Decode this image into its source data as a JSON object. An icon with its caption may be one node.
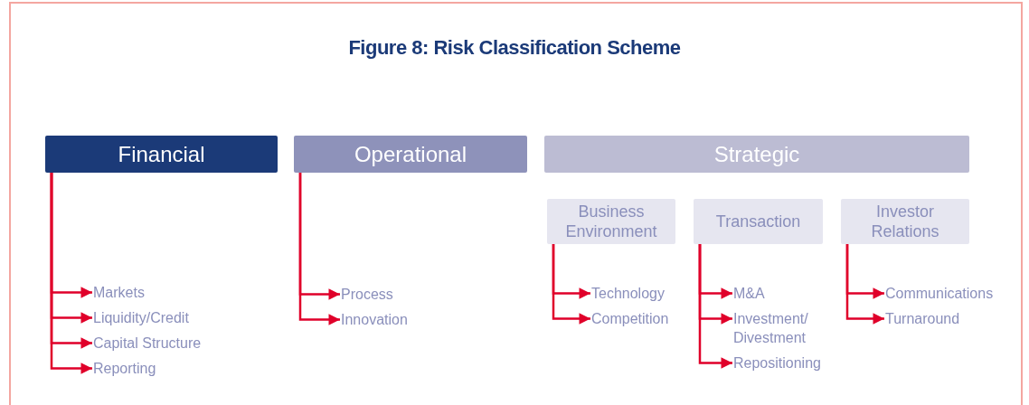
{
  "diagram": {
    "title": "Figure 8: Risk Classification Scheme",
    "nodes": [
      {
        "text": [
          "Financial"
        ]
      },
      {
        "text": [
          "Operational"
        ]
      },
      {
        "text": [
          "Strategic"
        ]
      },
      {
        "text": [
          "Business Environment"
        ]
      },
      {
        "text": [
          "Transaction"
        ]
      },
      {
        "text": [
          "Investor Relations"
        ]
      },
      {
        "text": [
          "Markets"
        ]
      },
      {
        "text": [
          "Liquidity/Credit"
        ]
      },
      {
        "text": [
          "Capital Structure"
        ]
      },
      {
        "text": [
          "Reporting"
        ]
      },
      {
        "text": [
          "Process"
        ]
      },
      {
        "text": [
          "Innovation"
        ]
      },
      {
        "text": [
          "Technology"
        ]
      },
      {
        "text": [
          "Competition"
        ]
      },
      {
        "text": [
          "M&A"
        ]
      },
      {
        "text": [
          "Investment/ Divestment"
        ]
      },
      {
        "text": [
          "Repositioning"
        ]
      },
      {
        "text": [
          "Communications"
        ]
      },
      {
        "text": [
          "Turnaround"
        ]
      }
    ],
    "edges": [
      {
        "from": 0,
        "to": 6,
        "arrow": "to"
      },
      {
        "from": 0,
        "to": 7,
        "arrow": "to"
      },
      {
        "from": 0,
        "to": 8,
        "arrow": "to"
      },
      {
        "from": 0,
        "to": 9,
        "arrow": "to"
      },
      {
        "from": 1,
        "to": 10,
        "arrow": "to"
      },
      {
        "from": 1,
        "to": 11,
        "arrow": "to"
      },
      {
        "from": 3,
        "to": 12,
        "arrow": "to"
      },
      {
        "from": 3,
        "to": 13,
        "arrow": "to"
      },
      {
        "from": 4,
        "to": 14,
        "arrow": "to"
      },
      {
        "from": 4,
        "to": 15,
        "arrow": "to"
      },
      {
        "from": 4,
        "to": 16,
        "arrow": "to"
      },
      {
        "from": 5,
        "to": 17,
        "arrow": "to"
      },
      {
        "from": 5,
        "to": 18,
        "arrow": "to"
      }
    ]
  }
}
